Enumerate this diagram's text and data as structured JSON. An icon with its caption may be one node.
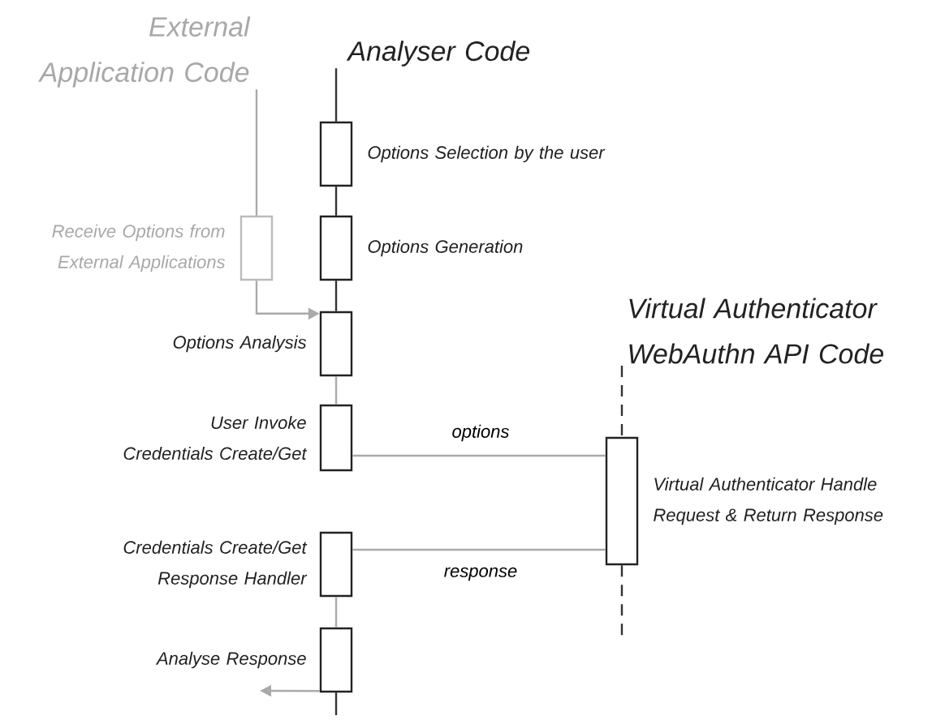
{
  "diagram": {
    "nodes": [
      {
        "text": [
          "External Application Code"
        ]
      },
      {
        "text": [
          "Analyser Code"
        ]
      },
      {
        "text": [],
        "shape": "box",
        "beside": [
          "Options Selection by the user"
        ]
      },
      {
        "text": [],
        "shape": "box",
        "beside": [
          "Receive Options from External Applications"
        ]
      },
      {
        "text": [],
        "shape": "box",
        "beside": [
          "Options Generation"
        ]
      },
      {
        "text": [
          "Virtual Authenticator WebAuthn API Code"
        ]
      },
      {
        "text": [],
        "shape": "box",
        "beside": [
          "Options Analysis"
        ]
      },
      {
        "text": [],
        "shape": "box",
        "beside": [
          "User Invoke Credentials Create/Get"
        ]
      },
      {
        "text": [],
        "shape": "box",
        "beside": [
          "Virtual Authenticator Handle Request & Return Response"
        ]
      },
      {
        "text": [],
        "shape": "box",
        "beside": [
          "Credentials Create/Get Response Handler"
        ]
      },
      {
        "text": [],
        "shape": "box",
        "beside": [
          "Analyse Response"
        ]
      }
    ],
    "edges": [
      {
        "from": 1,
        "to": 2,
        "arrow": "none",
        "color": "#333333"
      },
      {
        "from": 2,
        "to": 4,
        "arrow": "none",
        "color": "#333333"
      },
      {
        "from": 4,
        "to": 6,
        "arrow": "none",
        "color": "#333333"
      },
      {
        "from": 6,
        "to": 7,
        "arrow": "none",
        "color": "#aaaaaa"
      },
      {
        "from": 9,
        "to": 10,
        "arrow": "none",
        "color": "#aaaaaa"
      },
      {
        "from": 10,
        "to": null,
        "arrow": "none",
        "color": "#333333"
      },
      {
        "from": 10,
        "to": null,
        "arrow": "to",
        "color": "#aaaaaa"
      },
      {
        "from": 0,
        "to": 3,
        "arrow": "none",
        "color": "#aaaaaa"
      },
      {
        "from": 3,
        "to": 6,
        "arrow": "to",
        "color": "#aaaaaa"
      },
      {
        "from": 7,
        "to": 8,
        "arrow": "none",
        "label": "options",
        "color": "#aaaaaa"
      },
      {
        "from": 8,
        "to": 9,
        "arrow": "none",
        "label": "response",
        "color": "#aaaaaa"
      },
      {
        "from": 5,
        "to": 8,
        "arrow": "none",
        "style": "dashed",
        "color": "#333333"
      },
      {
        "from": 8,
        "to": null,
        "arrow": "none",
        "style": "dashed",
        "color": "#333333"
      }
    ]
  }
}
